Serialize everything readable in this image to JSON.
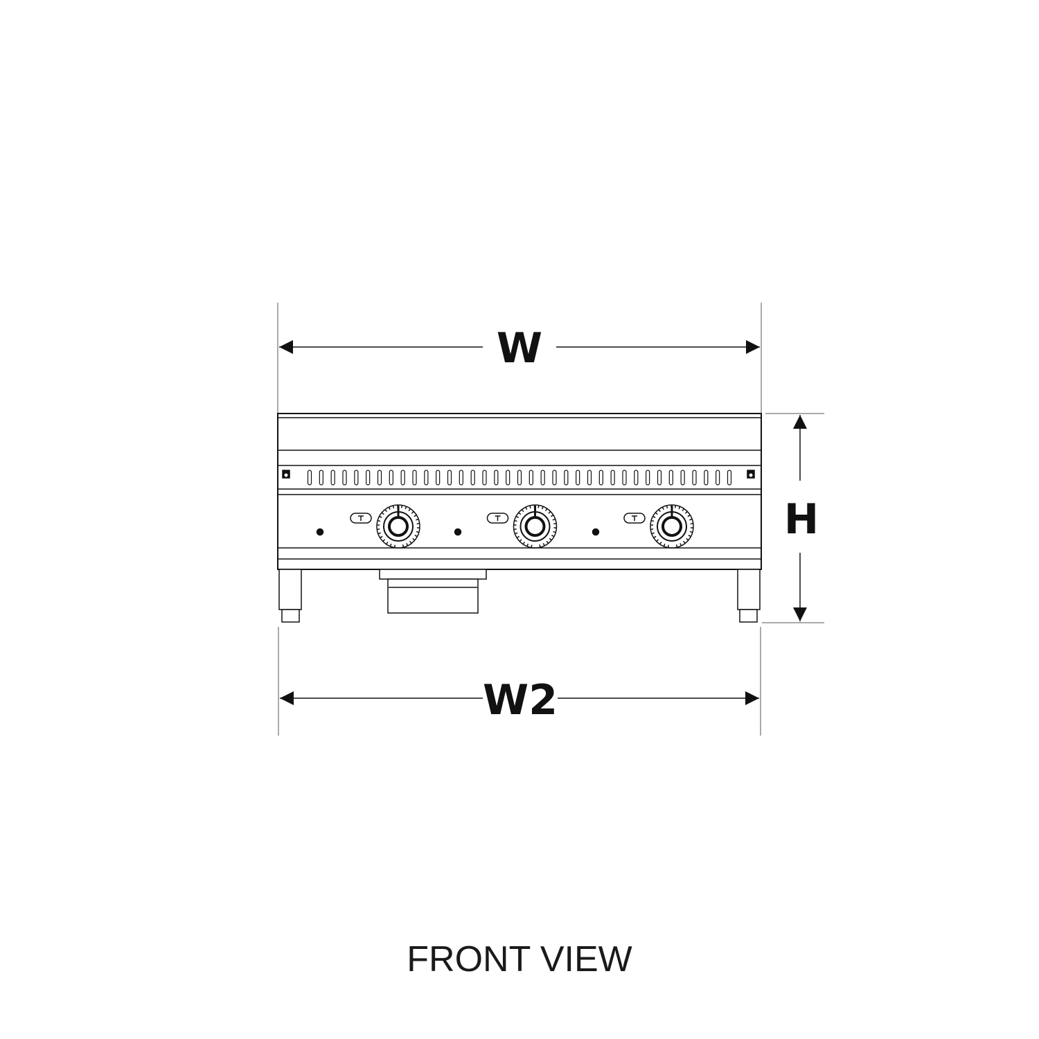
{
  "diagram": {
    "view_title": "FRONT VIEW",
    "dimensions": {
      "width_label": "W",
      "height_label": "H",
      "base_width_label": "W2"
    },
    "appliance": {
      "knob_count": 3,
      "vent_slot_count": 37
    },
    "colors": {
      "line": "#111111",
      "background": "#ffffff"
    }
  }
}
